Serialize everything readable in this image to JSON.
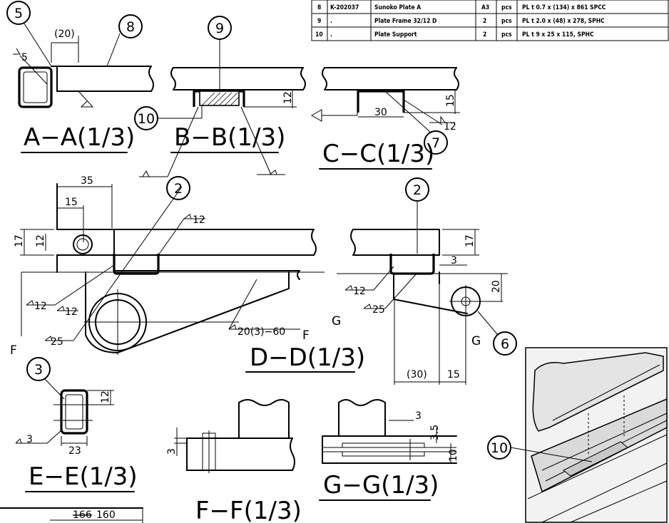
{
  "bom": {
    "rows": [
      {
        "no": "8",
        "part": "K-202037",
        "name": "Sunoko Plate A",
        "size": "A3",
        "unit": "pcs",
        "spec": "PL t 0.7 x (134) x 861 SPCC"
      },
      {
        "no": "9",
        "part": ".",
        "name": "Plate Frame 32/12 D",
        "size": "2",
        "unit": "pcs",
        "spec": "PL t 2.0 x (48) x 278, SPHC"
      },
      {
        "no": "10",
        "part": ".",
        "name": "Plate Support",
        "size": "2",
        "unit": "pcs",
        "spec": "PL t 9 x 25 x 115, SPHC"
      }
    ]
  },
  "sections": {
    "aa": "A−A(1/3)",
    "bb": "B−B(1/3)",
    "cc": "C−C(1/3)",
    "dd": "D−D(1/3)",
    "ee": "E−E(1/3)",
    "ff": "F−F(1/3)",
    "gg": "G−G(1/3)"
  },
  "balloons": {
    "b5": "5",
    "b8": "8",
    "b9": "9",
    "b10": "10",
    "b7": "7",
    "b2a": "2",
    "b2b": "2",
    "b3": "3",
    "b6": "6",
    "b10b": "10"
  },
  "dims": {
    "aa_20": "(20)",
    "aa_5": "5",
    "bb_12": "12",
    "cc_15": "15",
    "cc_30": "30",
    "cc_12": "12",
    "dd_35": "35",
    "dd_15": "15",
    "dd_17": "17",
    "dd_12v": "12",
    "dd_w12a": "12",
    "dd_w12b": "12",
    "dd_w12c": "12",
    "dd_w25": "25",
    "dd_note": "20(3)−60",
    "r_17": "17",
    "r_3": "3",
    "r_20": "20",
    "r_w12": "12",
    "r_w25": "25",
    "r_30": "(30)",
    "r_15": "15",
    "ee_12": "12",
    "ee_23": "23",
    "ee_3": "3",
    "ff_3": "3",
    "gg_3": "3",
    "gg_35": "3.5",
    "gg_10": "10",
    "bottom_old": "166",
    "bottom_new": "160"
  },
  "labels": {
    "F1": "F",
    "F2": "F",
    "G1": "G",
    "G2": "G"
  }
}
